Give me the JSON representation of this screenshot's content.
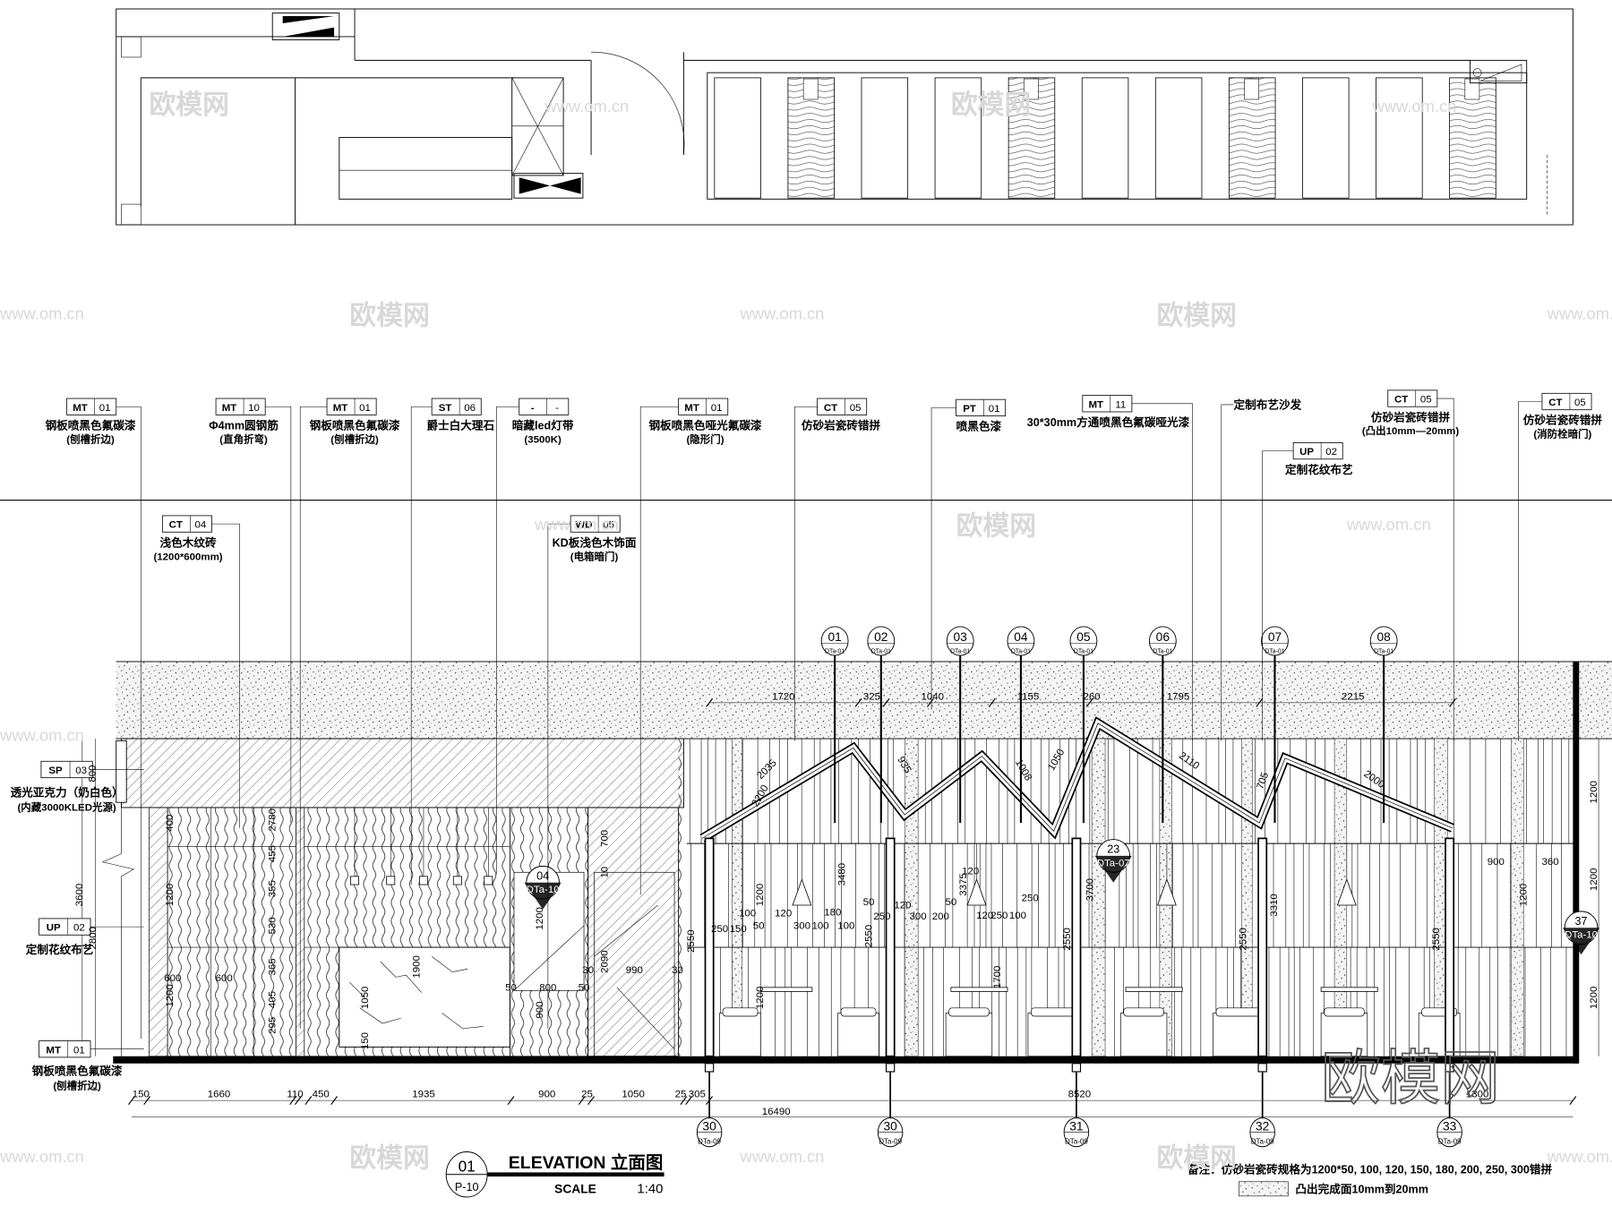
{
  "drawing": {
    "title": "ELEVATION 立面图",
    "scale_label": "SCALE",
    "scale": "1:40",
    "ref_num": "01",
    "ref_sheet": "P-10"
  },
  "callouts": [
    {
      "code": "MT",
      "num": "01",
      "text": "钢板喷黑色氟碳漆",
      "sub": "(刨槽折边)"
    },
    {
      "code": "MT",
      "num": "10",
      "text": "Φ4mm圆钢筋",
      "sub": "(直角折弯)"
    },
    {
      "code": "MT",
      "num": "01",
      "text": "钢板喷黑色氟碳漆",
      "sub": "(刨槽折边)"
    },
    {
      "code": "ST",
      "num": "06",
      "text": "爵士白大理石",
      "sub": ""
    },
    {
      "code": "-",
      "num": "-",
      "text": "暗藏led灯带",
      "sub": "(3500K)"
    },
    {
      "code": "MT",
      "num": "01",
      "text": "钢板喷黑色哑光氟碳漆",
      "sub": "(隐形门)"
    },
    {
      "code": "CT",
      "num": "05",
      "text": "仿砂岩瓷砖错拼",
      "sub": ""
    },
    {
      "code": "PT",
      "num": "01",
      "text": "喷黑色漆",
      "sub": ""
    },
    {
      "code": "MT",
      "num": "11",
      "text": "30*30mm方通喷黑色氟碳哑光漆",
      "sub": ""
    },
    {
      "code": "",
      "num": "",
      "text": "定制布艺沙发",
      "sub": ""
    },
    {
      "code": "CT",
      "num": "05",
      "text": "仿砂岩瓷砖错拼",
      "sub": "(凸出10mm—20mm)"
    },
    {
      "code": "CT",
      "num": "05",
      "text": "仿砂岩瓷砖错拼",
      "sub": "(消防栓暗门)"
    },
    {
      "code": "UP",
      "num": "02",
      "text": "定制花纹布艺",
      "sub": ""
    },
    {
      "code": "CT",
      "num": "04",
      "text": "浅色木纹砖",
      "sub": "(1200*600mm)"
    },
    {
      "code": "WD",
      "num": "05",
      "text": "KD板浅色木饰面",
      "sub": "(电箱暗门)"
    }
  ],
  "side_callouts": [
    {
      "code": "SP",
      "num": "03",
      "text": "透光亚克力（奶白色）",
      "sub": "(内藏3000KLED光源)"
    },
    {
      "code": "UP",
      "num": "02",
      "text": "定制花纹布艺",
      "sub": ""
    },
    {
      "code": "MT",
      "num": "01",
      "text": "钢板喷黑色氟碳漆",
      "sub": "(刨槽折边)"
    }
  ],
  "details": [
    {
      "num": "01",
      "ref": "DTa-01"
    },
    {
      "num": "02",
      "ref": "DTa-01"
    },
    {
      "num": "03",
      "ref": "DTa-01"
    },
    {
      "num": "04",
      "ref": "DTa-01"
    },
    {
      "num": "05",
      "ref": "DTa-01"
    },
    {
      "num": "06",
      "ref": "DTa-01"
    },
    {
      "num": "07",
      "ref": "DTa-01"
    },
    {
      "num": "08",
      "ref": "DTa-01"
    }
  ],
  "bottom_markers": [
    {
      "num": "30",
      "ref": "DTa-09"
    },
    {
      "num": "30",
      "ref": "DTa-09"
    },
    {
      "num": "31",
      "ref": "DTa-09"
    },
    {
      "num": "32",
      "ref": "DTa-09"
    },
    {
      "num": "33",
      "ref": "DTa-09"
    }
  ],
  "section_markers": [
    {
      "num": "04",
      "ref": "DTa-10"
    },
    {
      "num": "23",
      "ref": "DTa-07"
    },
    {
      "num": "37",
      "ref": "DTa-10"
    }
  ],
  "dims": {
    "bottom": [
      "150",
      "1660",
      "110",
      "450",
      "1935",
      "900",
      "25",
      "1050",
      "25",
      "305",
      "8520",
      "1300"
    ],
    "overall": "16490",
    "top": [
      "1720",
      "325",
      "1040",
      "1155",
      "260",
      "1795",
      "2215"
    ],
    "left": [
      "800",
      "3600",
      "2800"
    ],
    "interior": [
      "400",
      "1200",
      "600",
      "600",
      "1200",
      "2780",
      "455",
      "355",
      "530",
      "365",
      "405",
      "295",
      "1050",
      "1900",
      "150",
      "50",
      "800",
      "50",
      "900",
      "1200",
      "700",
      "10",
      "2090",
      "30",
      "990",
      "30",
      "2550",
      "2035",
      "2200",
      "935",
      "1008",
      "1050",
      "2110",
      "705",
      "2000",
      "3480",
      "1200",
      "3700",
      "3310",
      "1700",
      "1200",
      "2550",
      "2550",
      "2550",
      "2550",
      "900",
      "360",
      "1200",
      "1200",
      "1200",
      "1200",
      "250",
      "150",
      "100",
      "50",
      "120",
      "300",
      "100",
      "180",
      "100",
      "50",
      "250",
      "120",
      "300",
      "200",
      "50",
      "3375",
      "120",
      "250",
      "120",
      "250",
      "100"
    ]
  },
  "notes": {
    "remark": "备注：仿砂岩瓷砖规格为1200*50, 100, 120, 150, 180, 200, 250, 300错拼",
    "legend": "凸出完成面10mm到20mm"
  },
  "watermarks": {
    "cn": "欧模网",
    "url": "www.om.cn"
  }
}
